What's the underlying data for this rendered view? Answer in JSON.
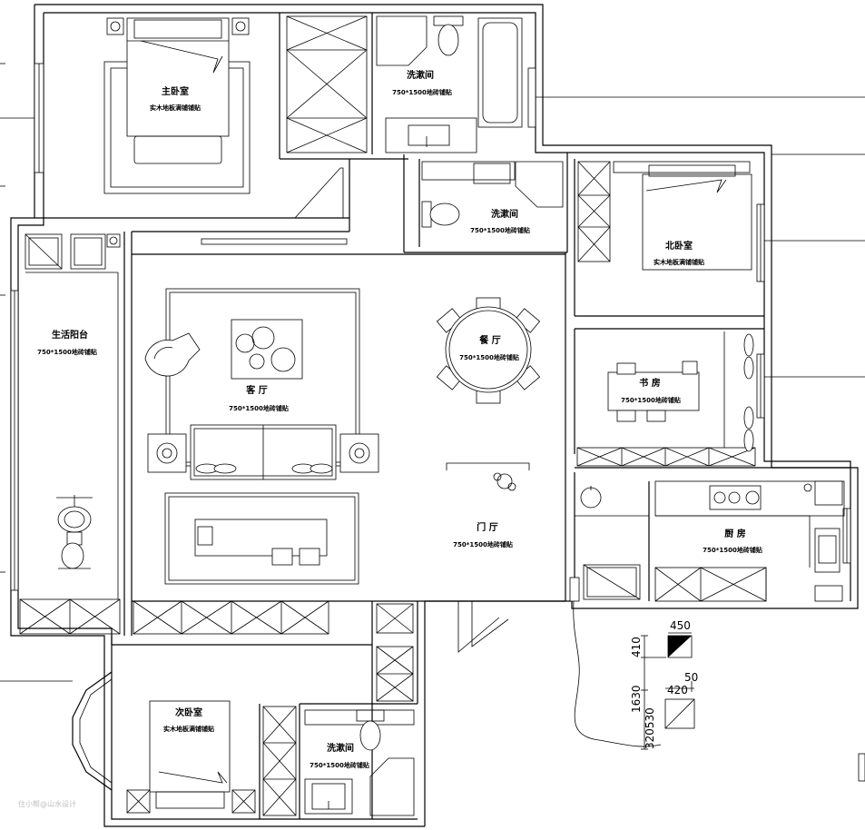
{
  "rooms": {
    "master_bedroom": {
      "name": "主卧室",
      "note": "实木地板满铺铺贴"
    },
    "bathroom_top": {
      "name": "洗漱间",
      "note": "750*1500地砖铺贴"
    },
    "bathroom_middle": {
      "name": "洗漱间",
      "note": "750*1500地砖铺贴"
    },
    "north_bedroom": {
      "name": "北卧室",
      "note": "实木地板满铺铺贴"
    },
    "balcony": {
      "name": "生活阳台",
      "note": "750*1500地砖铺贴"
    },
    "living_room": {
      "name": "客 厅",
      "note": "750*1500地砖铺贴"
    },
    "dining_room": {
      "name": "餐 厅",
      "note": "750*1500地砖铺贴"
    },
    "study": {
      "name": "书 房",
      "note": "750*1500地砖铺贴"
    },
    "entrance": {
      "name": "门 厅",
      "note": "750*1500地砖铺贴"
    },
    "kitchen": {
      "name": "厨 房",
      "note": "750*1500地砖铺贴"
    },
    "second_bedroom": {
      "name": "次卧室",
      "note": "实木地板满铺铺贴"
    },
    "bathroom_bottom": {
      "name": "洗漱间",
      "note": "750*1500地砖铺贴"
    }
  },
  "detail": {
    "dims": {
      "d450": "450",
      "d410": "410",
      "d50": "50",
      "d420": "420",
      "d1630": "1630",
      "d320530": "320530"
    }
  },
  "watermark": "住小帮@山水设计",
  "colors": {
    "line": "#000000",
    "background": "#ffffff",
    "watermark": "#bdbdbd"
  }
}
